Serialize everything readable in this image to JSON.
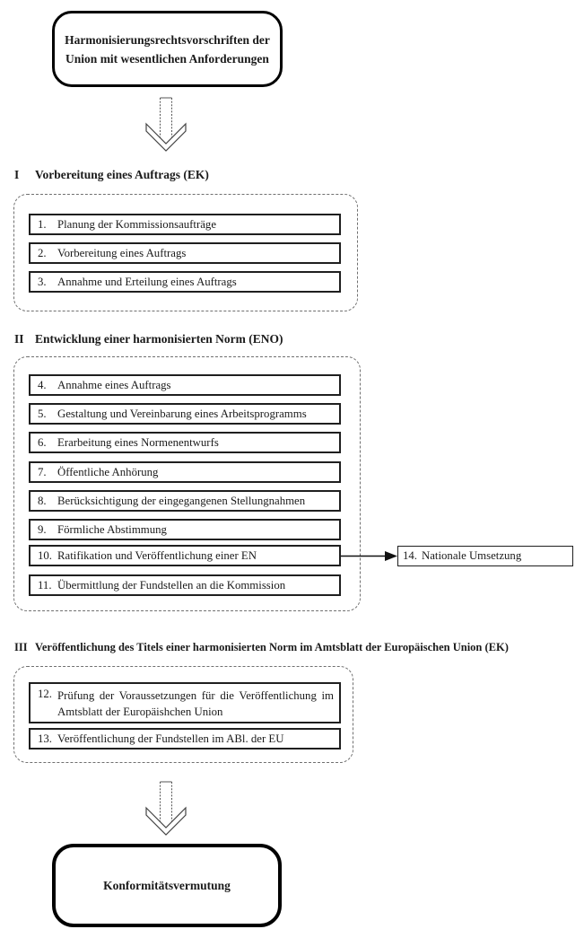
{
  "diagram": {
    "start_box": {
      "label": "Harmonisierungsrechtsvorschriften der\nUnion mit wesentlichen Anforderungen"
    },
    "end_box": {
      "label": "Konformitätsvermutung"
    },
    "sections": [
      {
        "numeral": "I",
        "title": "Vorbereitung eines Auftrags (EK)",
        "steps": [
          {
            "num": "1.",
            "label": "Planung der Kommissionsaufträge"
          },
          {
            "num": "2.",
            "label": "Vorbereitung eines Auftrags"
          },
          {
            "num": "3.",
            "label": "Annahme und Erteilung eines Auftrags"
          }
        ]
      },
      {
        "numeral": "II",
        "title": "Entwicklung einer harmonisierten Norm (ENO)",
        "steps": [
          {
            "num": "4.",
            "label": "Annahme eines Auftrags"
          },
          {
            "num": "5.",
            "label": "Gestaltung und Vereinbarung eines Arbeitsprogramms"
          },
          {
            "num": "6.",
            "label": "Erarbeitung eines Normenentwurfs"
          },
          {
            "num": "7.",
            "label": "Öffentliche Anhörung"
          },
          {
            "num": "8.",
            "label": "Berücksichtigung der eingegangenen Stellungnahmen"
          },
          {
            "num": "9.",
            "label": "Förmliche Abstimmung"
          },
          {
            "num": "10.",
            "label": "Ratifikation und Veröffentlichung einer EN"
          },
          {
            "num": "11.",
            "label": "Übermittlung der Fundstellen an die Kommission"
          }
        ]
      },
      {
        "numeral": "III",
        "title": "Veröffentlichung des Titels einer harmonisierten Norm im Amtsblatt der Europäischen Union (EK)",
        "steps": [
          {
            "num": "12.",
            "label": "Prüfung der Voraussetzungen für die Veröffentlichung im Amtsblatt der Europäishchen Union"
          },
          {
            "num": "13.",
            "label": "Veröffentlichung der Fundstellen im ABl. der EU"
          }
        ]
      }
    ],
    "national_box": {
      "num": "14.",
      "label": "Nationale Umsetzung"
    },
    "icons": [
      {
        "name": "down-arrow-icon",
        "shape": "hollow outlined arrow pointing down"
      },
      {
        "name": "right-arrow-icon",
        "shape": "thin line with solid right-pointing arrowhead"
      }
    ],
    "colors": {
      "ink": "#1a1a1a",
      "container_dash": "#707070",
      "background": "#ffffff"
    }
  }
}
